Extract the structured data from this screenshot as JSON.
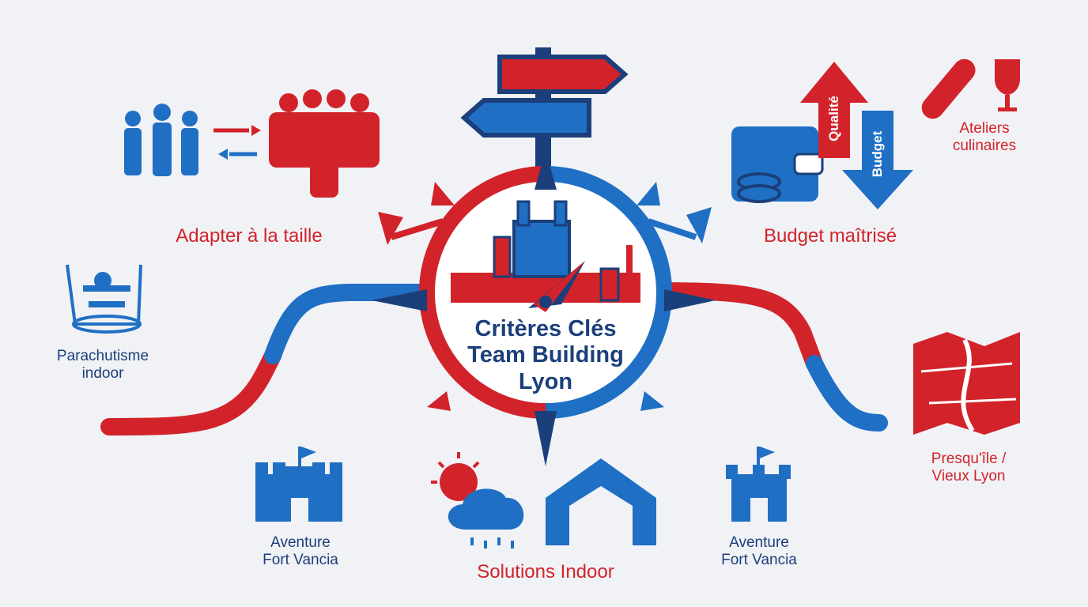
{
  "center": {
    "line1": "Critères Clés",
    "line2": "Team Building",
    "line3": "Lyon"
  },
  "labels": {
    "adapter": "Adapter à la taille",
    "budget": "Budget maîtrisé",
    "solutions": "Solutions Indoor",
    "parachutisme_1": "Parachutisme",
    "parachutisme_2": "indoor",
    "ateliers_1": "Ateliers",
    "ateliers_2": "culinaires",
    "presquile_1": "Presqu'île /",
    "presquile_2": "Vieux Lyon",
    "fort_left_1": "Aventure",
    "fort_left_2": "Fort Vancia",
    "fort_right_1": "Aventure",
    "fort_right_2": "Fort Vancia",
    "arrow_up": "Qualité",
    "arrow_down": "Budget"
  },
  "colors": {
    "red": "#d2232a",
    "blue": "#1f6fc4",
    "navy": "#1b3f7a",
    "background": "#f1f2f6"
  }
}
